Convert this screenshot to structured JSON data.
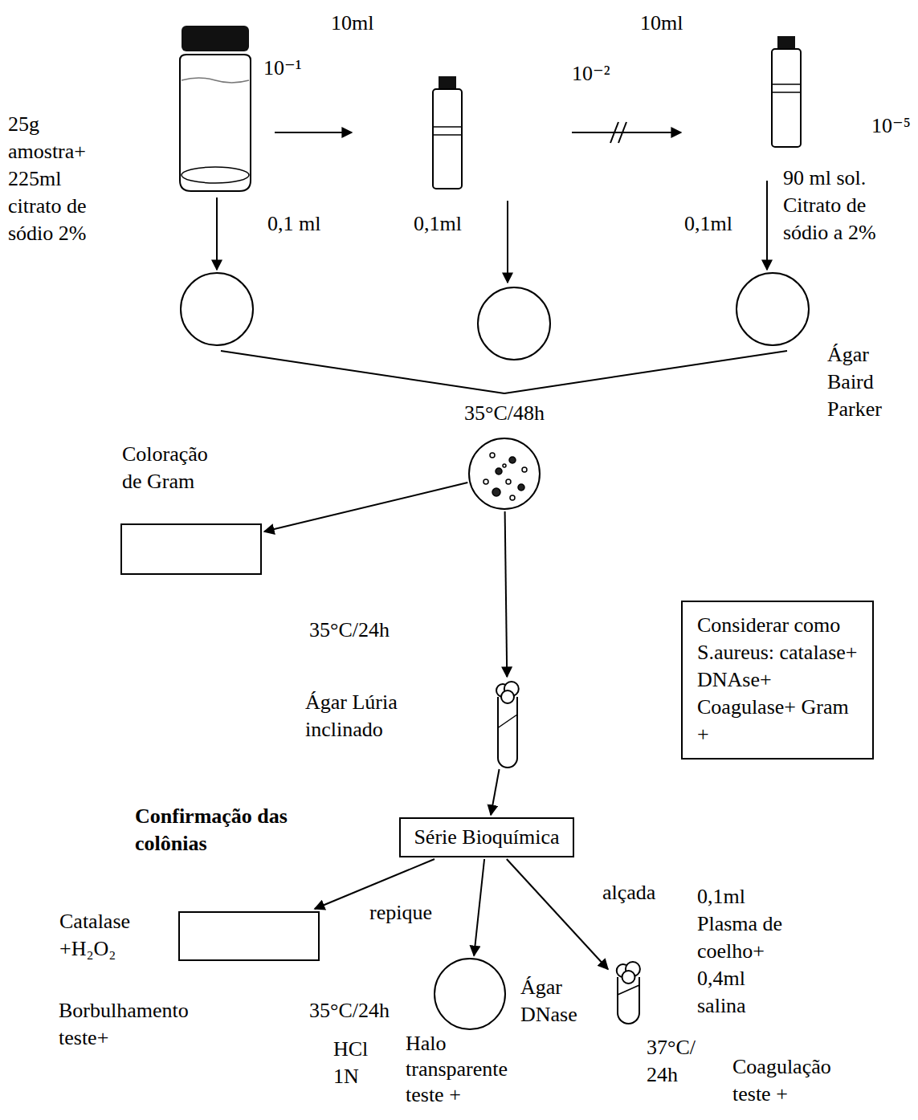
{
  "diagram": {
    "nodes": [
      {
        "text": [
          "25g amostra+ 225ml citrato de sódio 2%",
          "10⁻¹"
        ]
      },
      {
        "text": [
          "10⁻⁵",
          "90 ml sol. Citrato de sódio a 2%"
        ]
      },
      {
        "text": [
          "35°C/48h"
        ]
      },
      {
        "text": [
          "Coloração de Gram"
        ]
      },
      {
        "text": [
          "Ágar Lúria inclinado"
        ]
      },
      {
        "text": [
          "Série Bioquímica"
        ]
      },
      {
        "text": [
          "Catalase +H₂O₂"
        ]
      },
      {
        "text": [
          "Ágar DNase"
        ]
      },
      {
        "text": [
          "0,1ml Plasma de coelho+ 0,4ml salina"
        ]
      },
      {
        "text": [
          "Considerar como S.aureus: catalase+ DNAse+ Coagulase+ Gram +"
        ]
      }
    ],
    "edges": [
      {
        "from": 2,
        "to": 3,
        "arrow": "to"
      },
      {
        "from": 2,
        "to": 4,
        "arrow": "to"
      },
      {
        "from": 4,
        "to": 5,
        "arrow": "to"
      },
      {
        "from": 5,
        "to": 6,
        "label": "repique",
        "arrow": "to"
      },
      {
        "from": 5,
        "to": 7,
        "arrow": "to"
      },
      {
        "from": 5,
        "to": 8,
        "label": "alçada",
        "arrow": "to"
      }
    ],
    "labels": [
      "10ml",
      "10ml",
      "10⁻²",
      "0,1 ml",
      "0,1ml",
      "0,1ml",
      "Ágar Baird Parker",
      "35°C/24h",
      "Confirmação das colônias",
      "Borbulhamento teste+",
      "35°C/24h",
      "HCl 1N",
      "Halo transparente teste +",
      "37°C/ 24h",
      "Coagulação teste +"
    ]
  }
}
